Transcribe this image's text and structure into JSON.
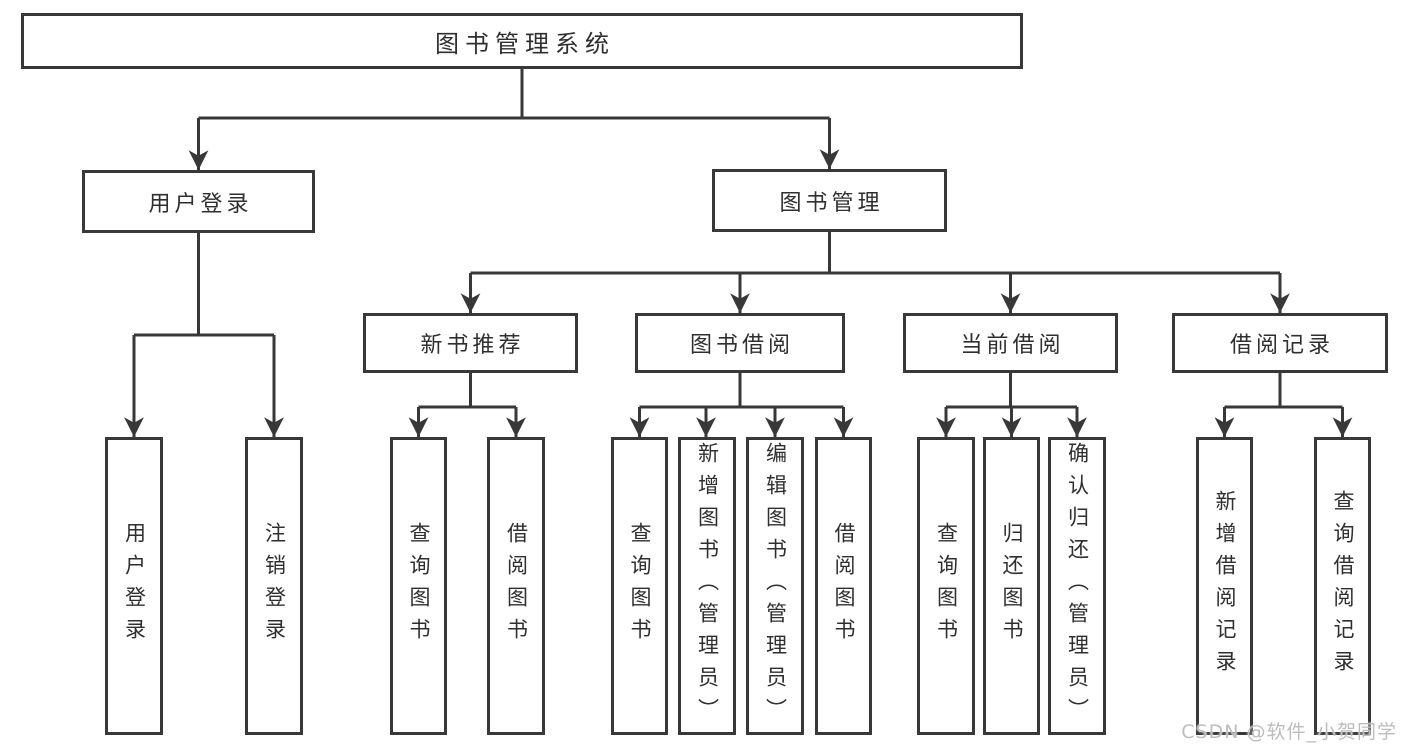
{
  "colors": {
    "line": "#383838",
    "text": "#2f2f2f",
    "background": "#ffffff",
    "watermark": "#bdbdbd"
  },
  "tree": {
    "label": "图书管理系统",
    "children": [
      {
        "label": "用户登录",
        "children": [
          {
            "label": "用户登录"
          },
          {
            "label": "注销登录"
          }
        ]
      },
      {
        "label": "图书管理",
        "children": [
          {
            "label": "新书推荐",
            "children": [
              {
                "label": "查询图书"
              },
              {
                "label": "借阅图书"
              }
            ]
          },
          {
            "label": "图书借阅",
            "children": [
              {
                "label": "查询图书"
              },
              {
                "label": "新增图书（管理员）"
              },
              {
                "label": "编辑图书（管理员）"
              },
              {
                "label": "借阅图书"
              }
            ]
          },
          {
            "label": "当前借阅",
            "children": [
              {
                "label": "查询图书"
              },
              {
                "label": "归还图书"
              },
              {
                "label": "确认归还（管理员）"
              }
            ]
          },
          {
            "label": "借阅记录",
            "children": [
              {
                "label": "新增借阅记录"
              },
              {
                "label": "查询借阅记录"
              }
            ]
          }
        ]
      }
    ]
  },
  "watermark": {
    "text": "CSDN @软件_小贺同学"
  }
}
